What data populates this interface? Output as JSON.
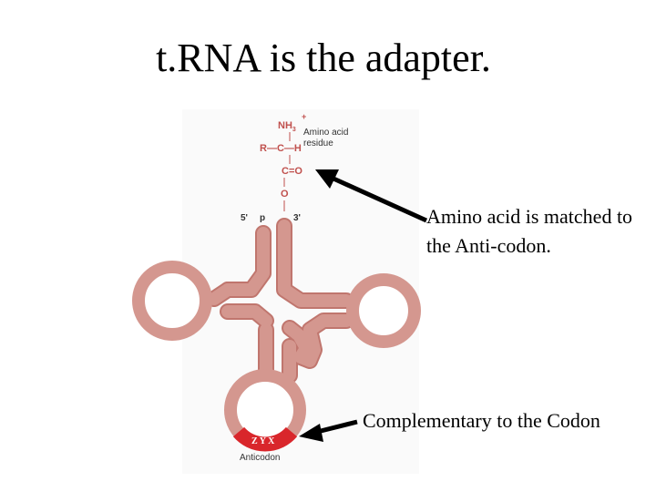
{
  "title": "t.RNA is the adapter.",
  "diagram": {
    "nh3": "NH",
    "nh3_sub": "3",
    "nh3_sup": "+",
    "r_c_h": "R—C—H",
    "c_o": "C=O",
    "o": "O",
    "amino_acid_residue_line1": "Amino acid",
    "amino_acid_residue_line2": "residue",
    "five_prime": "5'",
    "p": "p",
    "three_prime": "3'",
    "anticodon_bases": "Z Y X",
    "anticodon_label": "Anticodon",
    "colors": {
      "strand": "#d4978f",
      "strand_edge": "#c0766e",
      "anticodon": "#d9262b",
      "arrow": "#000000"
    }
  },
  "callouts": {
    "amino_acid_matched": "Amino acid is matched to the Anti-codon.",
    "complementary": "Complementary to the Codon"
  }
}
